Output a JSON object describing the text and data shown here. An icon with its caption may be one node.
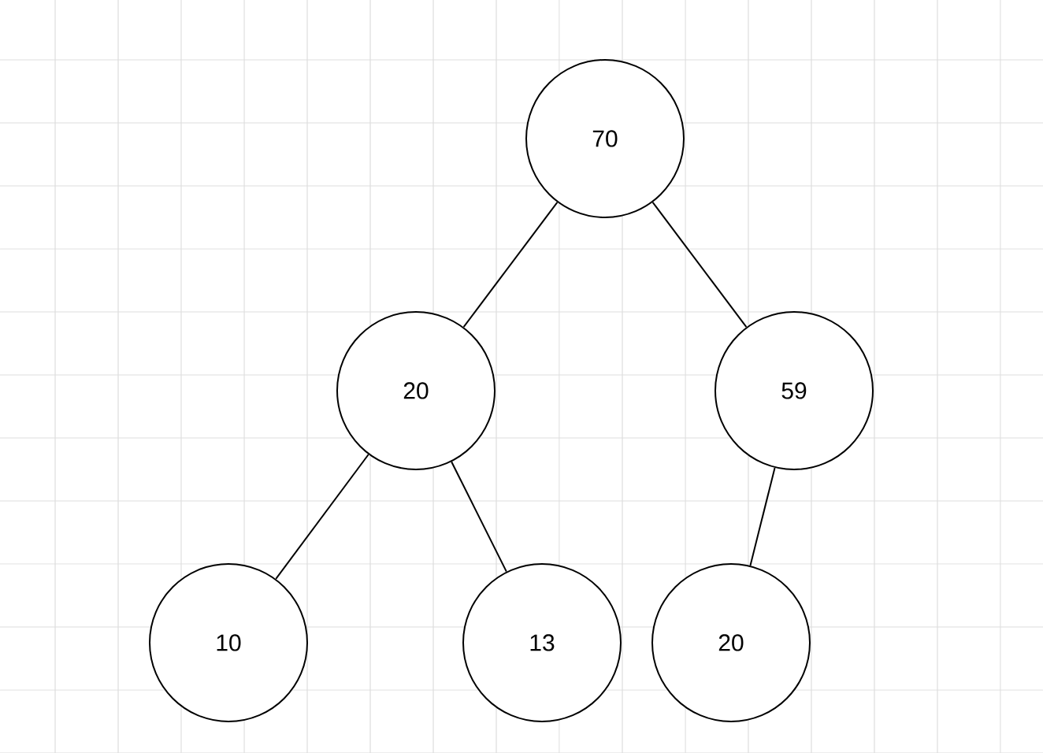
{
  "diagram": {
    "nodes": [
      {
        "text": [
          "70"
        ]
      },
      {
        "text": [
          "20"
        ]
      },
      {
        "text": [
          "59"
        ]
      },
      {
        "text": [
          "10"
        ]
      },
      {
        "text": [
          "13"
        ]
      },
      {
        "text": [
          "20"
        ]
      }
    ],
    "edges": [
      {
        "from": 0,
        "to": 1,
        "arrow": "none"
      },
      {
        "from": 0,
        "to": 2,
        "arrow": "none"
      },
      {
        "from": 1,
        "to": 3,
        "arrow": "none"
      },
      {
        "from": 1,
        "to": 4,
        "arrow": "none"
      },
      {
        "from": 2,
        "to": 5,
        "arrow": "none"
      }
    ]
  }
}
